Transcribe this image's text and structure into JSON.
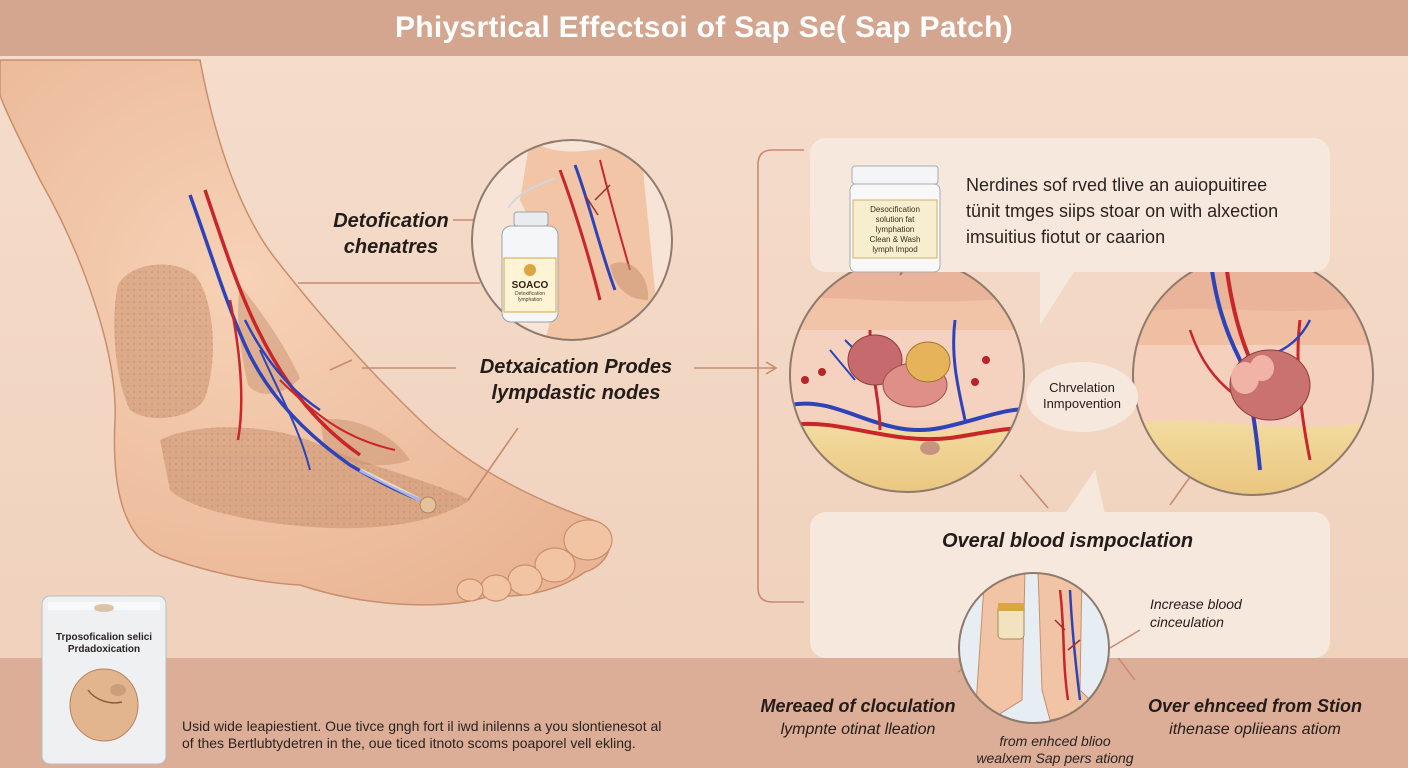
{
  "title": "Phiysrtical Effectsoi of Sap Se( Sap Patch)",
  "labels": {
    "detox_centres_line1": "Detofication",
    "detox_centres_line2": "chenatres",
    "lymph_nodes_line1": "Detxaication Prodes",
    "lymph_nodes_line2": "lympdastic nodes",
    "circulation_bubble_line1": "Chrvelation",
    "circulation_bubble_line2": "Inmpovention",
    "overall_blood": "Overal blood ismpoclation",
    "increase_blood_line1": "Increase blood",
    "increase_blood_line2": "cinceulation",
    "mereaed_line1": "Mereaed of cloculation",
    "mereaed_line2": "lympnte otinat lleation",
    "over_enhanced_line1": "Over ehnceed from Stion",
    "over_enhanced_line2": "ithenase opliieans atiom",
    "from_enhanced_line1": "from enhced blioo",
    "from_enhanced_line2": "wealxem Sap pers ationg"
  },
  "info_panel": {
    "line1": "Nerdines sof rved tlive an auiopuitiree",
    "line2": "tünit tmges siips stoar on with alxection",
    "line3": "imsuitius fiotut or caarion"
  },
  "bottle_small": {
    "brand": "SOACO",
    "lines": [
      "Detoxification",
      "lymphation"
    ]
  },
  "bottle_panel": {
    "lines": [
      "Desocification",
      "solution fat",
      "lymphation",
      "Clean & Wash",
      "lymph lmpod"
    ]
  },
  "patch_pack": {
    "line1": "Trposoficalion selici",
    "line2": "Prdadoxication"
  },
  "footer_caption": {
    "line1": "Usid wide leapiestient. Oue tivce gngh fort il iwd inilenns a you slontienesot al",
    "line2": "of thes Bertlubtydetren in the, oue ticed itnoto scoms poaporel vell ekling."
  },
  "colors": {
    "title_bar": "#d4a68f",
    "background": "#f2d7c4",
    "footer": "#dcae98",
    "panel": "#f7e8de",
    "vein": "#2f43b8",
    "artery": "#c8262a",
    "skin": "#f2c7a8"
  }
}
